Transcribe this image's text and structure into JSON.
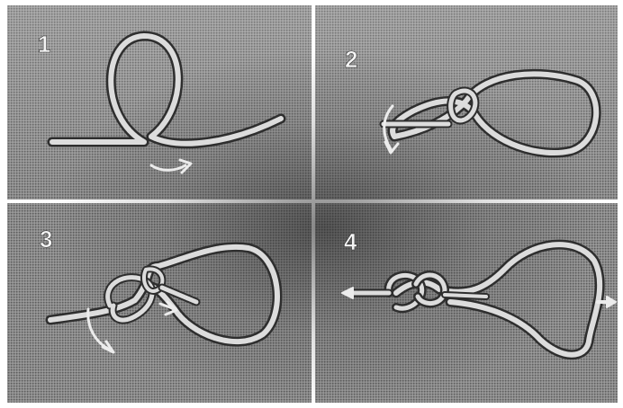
{
  "figure": {
    "steps": [
      {
        "label": "1"
      },
      {
        "label": "2"
      },
      {
        "label": "3"
      },
      {
        "label": "4"
      }
    ],
    "colors": {
      "frame": "#ffffff",
      "panel_light": "#a3a3a3",
      "panel_dark": "#5a5a5a",
      "rope": "#d8d8d8",
      "rope_edge": "#2e2e2e",
      "arrow": "#ececec"
    }
  }
}
